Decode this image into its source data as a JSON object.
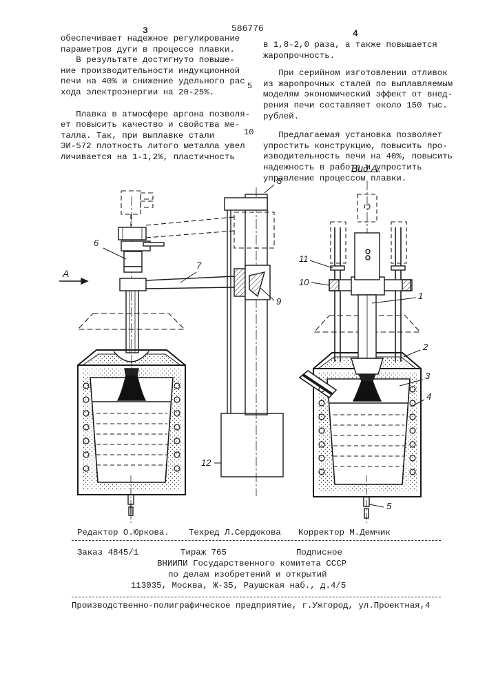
{
  "header": {
    "page_left": "3",
    "doc_number": "586776",
    "page_right": "4"
  },
  "left_column": {
    "lines": [
      "обеспечивает надежное регулирование",
      "параметров дуги в процессе плавки.",
      "   В результате достигнуто повыше-",
      "ние производительности индукционной",
      "печи на 40% и снижение удельного рас",
      "хода электроэнергии на 20-25%.",
      "",
      "   Плавка в атмосфере аргона позволя-",
      "ет повысить качество и свойства ме-",
      "талла. Так, при выплавке стали",
      "ЭИ-572 плотность литого металла увел",
      "личивается на 1-1,2%, пластичность"
    ]
  },
  "right_column": {
    "lines": [
      "в 1,8-2,0 раза, а также повышается",
      "жаропрочность.",
      "   При серийном изготовлении отливок",
      "из жаропрочных сталей по выплавляемым",
      "моделям экономический эффект от внед-",
      "рения печи составляет около 150 тыс.",
      "рублей.",
      "   Предлагаемая установка позволяет",
      "упростить конструкцию, повысить про-",
      "изводительность печи на 40%, повысить",
      "надежность в работе и упростить",
      "управление процессом плавки."
    ]
  },
  "line_numbers": [
    "5",
    "10"
  ],
  "figure": {
    "view_label": "Вид А",
    "arrow_label": "А",
    "labels_left": [
      "6",
      "7",
      "8",
      "9",
      "12"
    ],
    "labels_right": [
      "11",
      "10",
      "1",
      "2",
      "3",
      "4",
      "5"
    ]
  },
  "footer": {
    "editor": "Редактор О.Юркова.",
    "techred": "Техред Л.Сердюкова",
    "corrector": "Корректор М.Демчик",
    "order": "Заказ 4845/1",
    "circulation": "Тираж 765",
    "subscription": "Подписное",
    "org1": "ВНИИПИ Государственного комитета СССР",
    "org2": "по делам изобретений и открытий",
    "address": "113035, Москва, Ж-35, Раушская наб., д.4/5",
    "printer": "Производственно-полиграфическое предприятие, г.Ужгород, ул.Проектная,4"
  }
}
